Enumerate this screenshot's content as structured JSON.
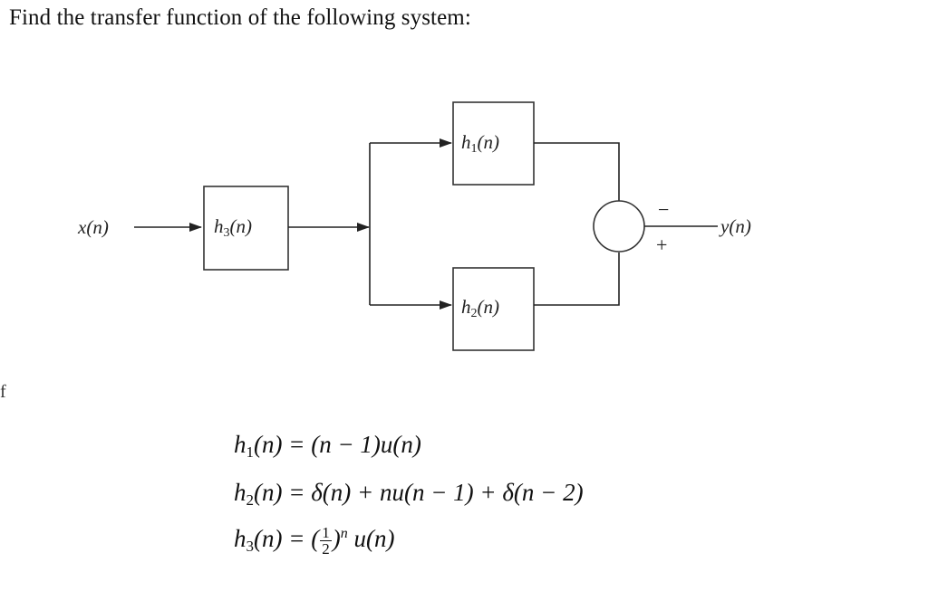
{
  "question": "Find the transfer function of the following system:",
  "stray_mark": "f",
  "diagram": {
    "input_label": "x(n)",
    "output_label": "y(n)",
    "blocks": [
      {
        "id": "h3",
        "base": "h",
        "sub": "3",
        "arg": "(n)"
      },
      {
        "id": "h1",
        "base": "h",
        "sub": "1",
        "arg": "(n)"
      },
      {
        "id": "h2",
        "base": "h",
        "sub": "2",
        "arg": "(n)"
      }
    ],
    "sum_signs": {
      "top": "−",
      "bottom": "+"
    }
  },
  "equations": {
    "h1": {
      "lhs_base": "h",
      "lhs_sub": "1",
      "lhs_arg": "(n)",
      "rhs": "= (n − 1)u(n)"
    },
    "h2": {
      "lhs_base": "h",
      "lhs_sub": "2",
      "lhs_arg": "(n)",
      "rhs": "= δ(n) + nu(n − 1) + δ(n − 2)"
    },
    "h3": {
      "lhs_base": "h",
      "lhs_sub": "3",
      "lhs_arg": "(n)",
      "rhs_open": "= (",
      "frac_num": "1",
      "frac_den": "2",
      "rhs_close": ")",
      "exponent": "n",
      "rhs_tail": "u(n)"
    }
  }
}
